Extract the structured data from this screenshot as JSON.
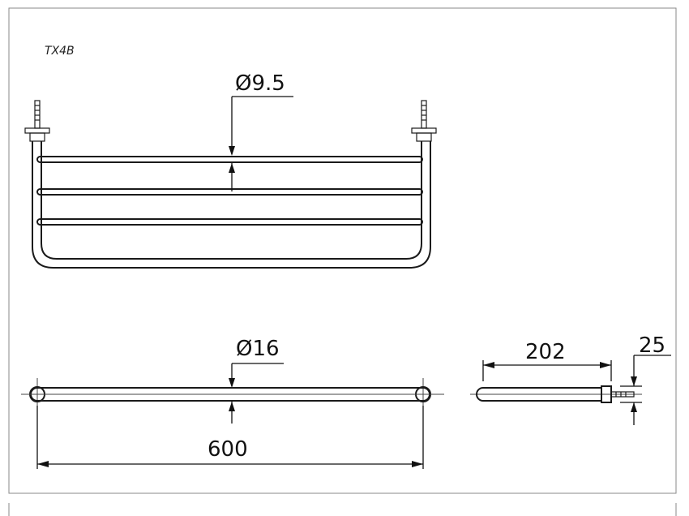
{
  "drawing": {
    "model_code": "TX4B",
    "dimensions": {
      "bar_diameter": "Ø9.5",
      "tube_diameter": "Ø16",
      "overall_length": "600",
      "depth": "202",
      "mount_height": "25"
    }
  },
  "colors": {
    "line": "#1a1a1a",
    "frame": "#8a8a8a",
    "background": "#ffffff"
  }
}
